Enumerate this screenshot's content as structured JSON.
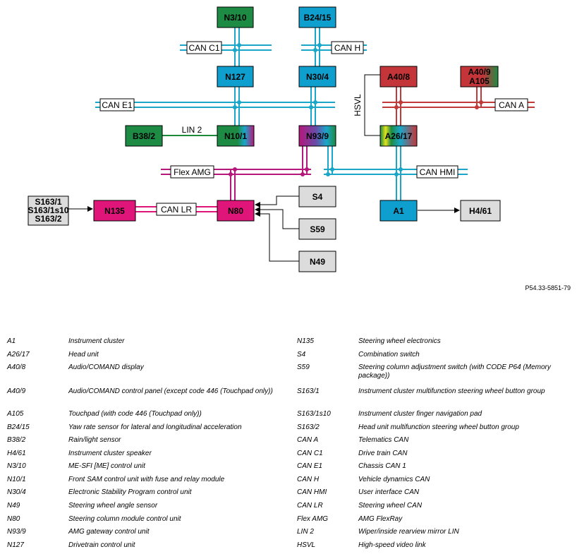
{
  "diagram": {
    "reference": "P54.33-5851-79",
    "nodes": {
      "n3_10": "N3/10",
      "b24_15": "B24/15",
      "n127": "N127",
      "n30_4": "N30/4",
      "a40_8": "A40/8",
      "a40_9": "A40/9",
      "a105": "A105",
      "b38_2": "B38/2",
      "n10_1": "N10/1",
      "n93_9": "N93/9",
      "a26_17": "A26/17",
      "s163_1": "S163/1",
      "s163_1s10": "S163/1s10",
      "s163_2": "S163/2",
      "n135": "N135",
      "n80": "N80",
      "s4": "S4",
      "s59": "S59",
      "n49": "N49",
      "a1": "A1",
      "h4_61": "H4/61"
    },
    "buses": {
      "can_c1": "CAN C1",
      "can_h": "CAN H",
      "can_e1": "CAN E1",
      "can_a": "CAN A",
      "lin2": "LIN 2",
      "hsvl": "HSVL",
      "flex_amg": "Flex AMG",
      "can_hmi": "CAN HMI",
      "can_lr": "CAN LR"
    },
    "colors": {
      "can_blue": "#1aa6c9",
      "can_red": "#c03a3a",
      "flex_magenta": "#b5177a",
      "can_lr_pink": "#e0157a",
      "lin_green": "#1e8a3a",
      "node_blue": "#0e9fce",
      "node_red": "#c4353a",
      "node_green": "#1d8b43",
      "node_magenta": "#e0157a",
      "node_grey": "#dcdcdc"
    }
  },
  "legend": {
    "left": [
      {
        "code": "A1",
        "desc": "Instrument cluster"
      },
      {
        "code": "A26/17",
        "desc": "Head unit"
      },
      {
        "code": "A40/8",
        "desc": "Audio/COMAND display"
      },
      {
        "code": "A40/9",
        "desc": "Audio/COMAND control panel (except code 446 (Touchpad only))"
      },
      {
        "code": "A105",
        "desc": "Touchpad (with code 446 (Touchpad only))"
      },
      {
        "code": "B24/15",
        "desc": "Yaw rate sensor for lateral and longitudinal acceleration"
      },
      {
        "code": "B38/2",
        "desc": "Rain/light sensor"
      },
      {
        "code": "H4/61",
        "desc": "Instrument cluster speaker"
      },
      {
        "code": "N3/10",
        "desc": "ME-SFI [ME] control unit"
      },
      {
        "code": "N10/1",
        "desc": "Front SAM control unit with fuse and relay module"
      },
      {
        "code": "N30/4",
        "desc": "Electronic Stability Program control unit"
      },
      {
        "code": "N49",
        "desc": "Steering wheel angle sensor"
      },
      {
        "code": "N80",
        "desc": "Steering column module control unit"
      },
      {
        "code": "N93/9",
        "desc": "AMG gateway control unit"
      },
      {
        "code": "N127",
        "desc": "Drivetrain control unit"
      }
    ],
    "right": [
      {
        "code": "N135",
        "desc": "Steering wheel electronics"
      },
      {
        "code": "S4",
        "desc": "Combination switch"
      },
      {
        "code": "S59",
        "desc": "Steering column adjustment switch (with CODE P64 (Memory package))"
      },
      {
        "code": "S163/1",
        "desc": "Instrument cluster multifunction steering wheel button group"
      },
      {
        "code": "S163/1s10",
        "desc": "Instrument cluster finger navigation pad"
      },
      {
        "code": "S163/2",
        "desc": "Head unit multifunction steering wheel button group"
      },
      {
        "code": "CAN A",
        "desc": "Telematics CAN"
      },
      {
        "code": "CAN C1",
        "desc": "Drive train CAN"
      },
      {
        "code": "CAN E1",
        "desc": "Chassis CAN 1"
      },
      {
        "code": "CAN H",
        "desc": "Vehicle dynamics CAN"
      },
      {
        "code": "CAN HMI",
        "desc": "User interface CAN"
      },
      {
        "code": "CAN LR",
        "desc": "Steering wheel CAN"
      },
      {
        "code": "Flex AMG",
        "desc": "AMG FlexRay"
      },
      {
        "code": "LIN 2",
        "desc": "Wiper/inside rearview mirror LIN"
      },
      {
        "code": "HSVL",
        "desc": "High-speed video link"
      }
    ]
  }
}
